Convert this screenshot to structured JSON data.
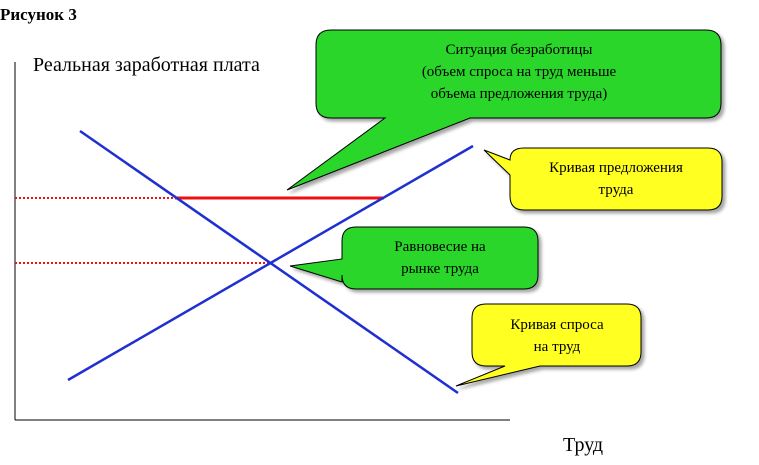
{
  "figure": {
    "title": "Рисунок 3",
    "y_axis_label": "Реальная заработная плата",
    "x_axis_label": "Труд"
  },
  "colors": {
    "curve": "#1f2fd0",
    "price_line": "#ee1111",
    "green_callout": "#2bd62b",
    "yellow_callout": "#ffff22",
    "axis": "#000000"
  },
  "callouts": {
    "unemployment": {
      "lines": [
        "Ситуация безработицы",
        "(объем спроса на труд меньше",
        "объема предложения труда)"
      ]
    },
    "supply_curve": {
      "lines": [
        "Кривая предложения",
        "труда"
      ]
    },
    "equilibrium": {
      "lines": [
        "Равновесие на",
        "рынке труда"
      ]
    },
    "demand_curve": {
      "lines": [
        "Кривая спроса",
        "на труд"
      ]
    }
  }
}
